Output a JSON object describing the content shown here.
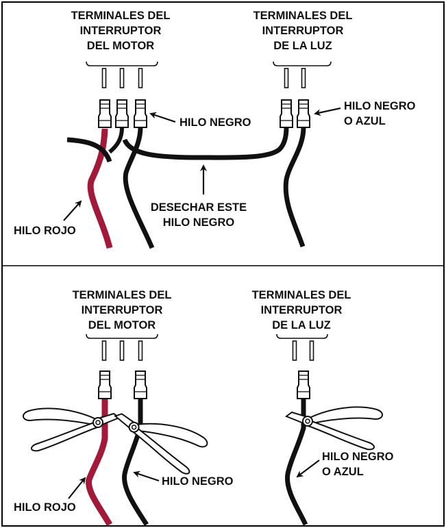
{
  "colors": {
    "border": "#000000",
    "wire_black": "#111111",
    "wire_red": "#a3193a",
    "background": "#ffffff",
    "plier_fill": "#ffffff"
  },
  "top_panel": {
    "motor_terminals": [
      "TERMINALES DEL",
      "INTERRUPTOR",
      "DEL MOTOR"
    ],
    "light_terminals": [
      "TERMINALES DEL",
      "INTERRUPTOR",
      "DE LA LUZ"
    ],
    "black_wire": "HILO NEGRO",
    "black_or_blue_wire": [
      "HILO NEGRO",
      "O AZUL"
    ],
    "discard": [
      "DESECHAR ESTE",
      "HILO NEGRO"
    ],
    "red_wire": "HILO ROJO"
  },
  "bottom_panel": {
    "motor_terminals": [
      "TERMINALES DEL",
      "INTERRUPTOR",
      "DEL MOTOR"
    ],
    "light_terminals": [
      "TERMINALES DEL",
      "INTERRUPTOR",
      "DE LA LUZ"
    ],
    "black_or_blue_wire": [
      "HILO NEGRO",
      "O AZUL"
    ],
    "red_wire": "HILO ROJO",
    "black_wire": "HILO NEGRO"
  },
  "icons": [
    "wire-connector-icon",
    "pliers-icon",
    "arrow-icon"
  ]
}
